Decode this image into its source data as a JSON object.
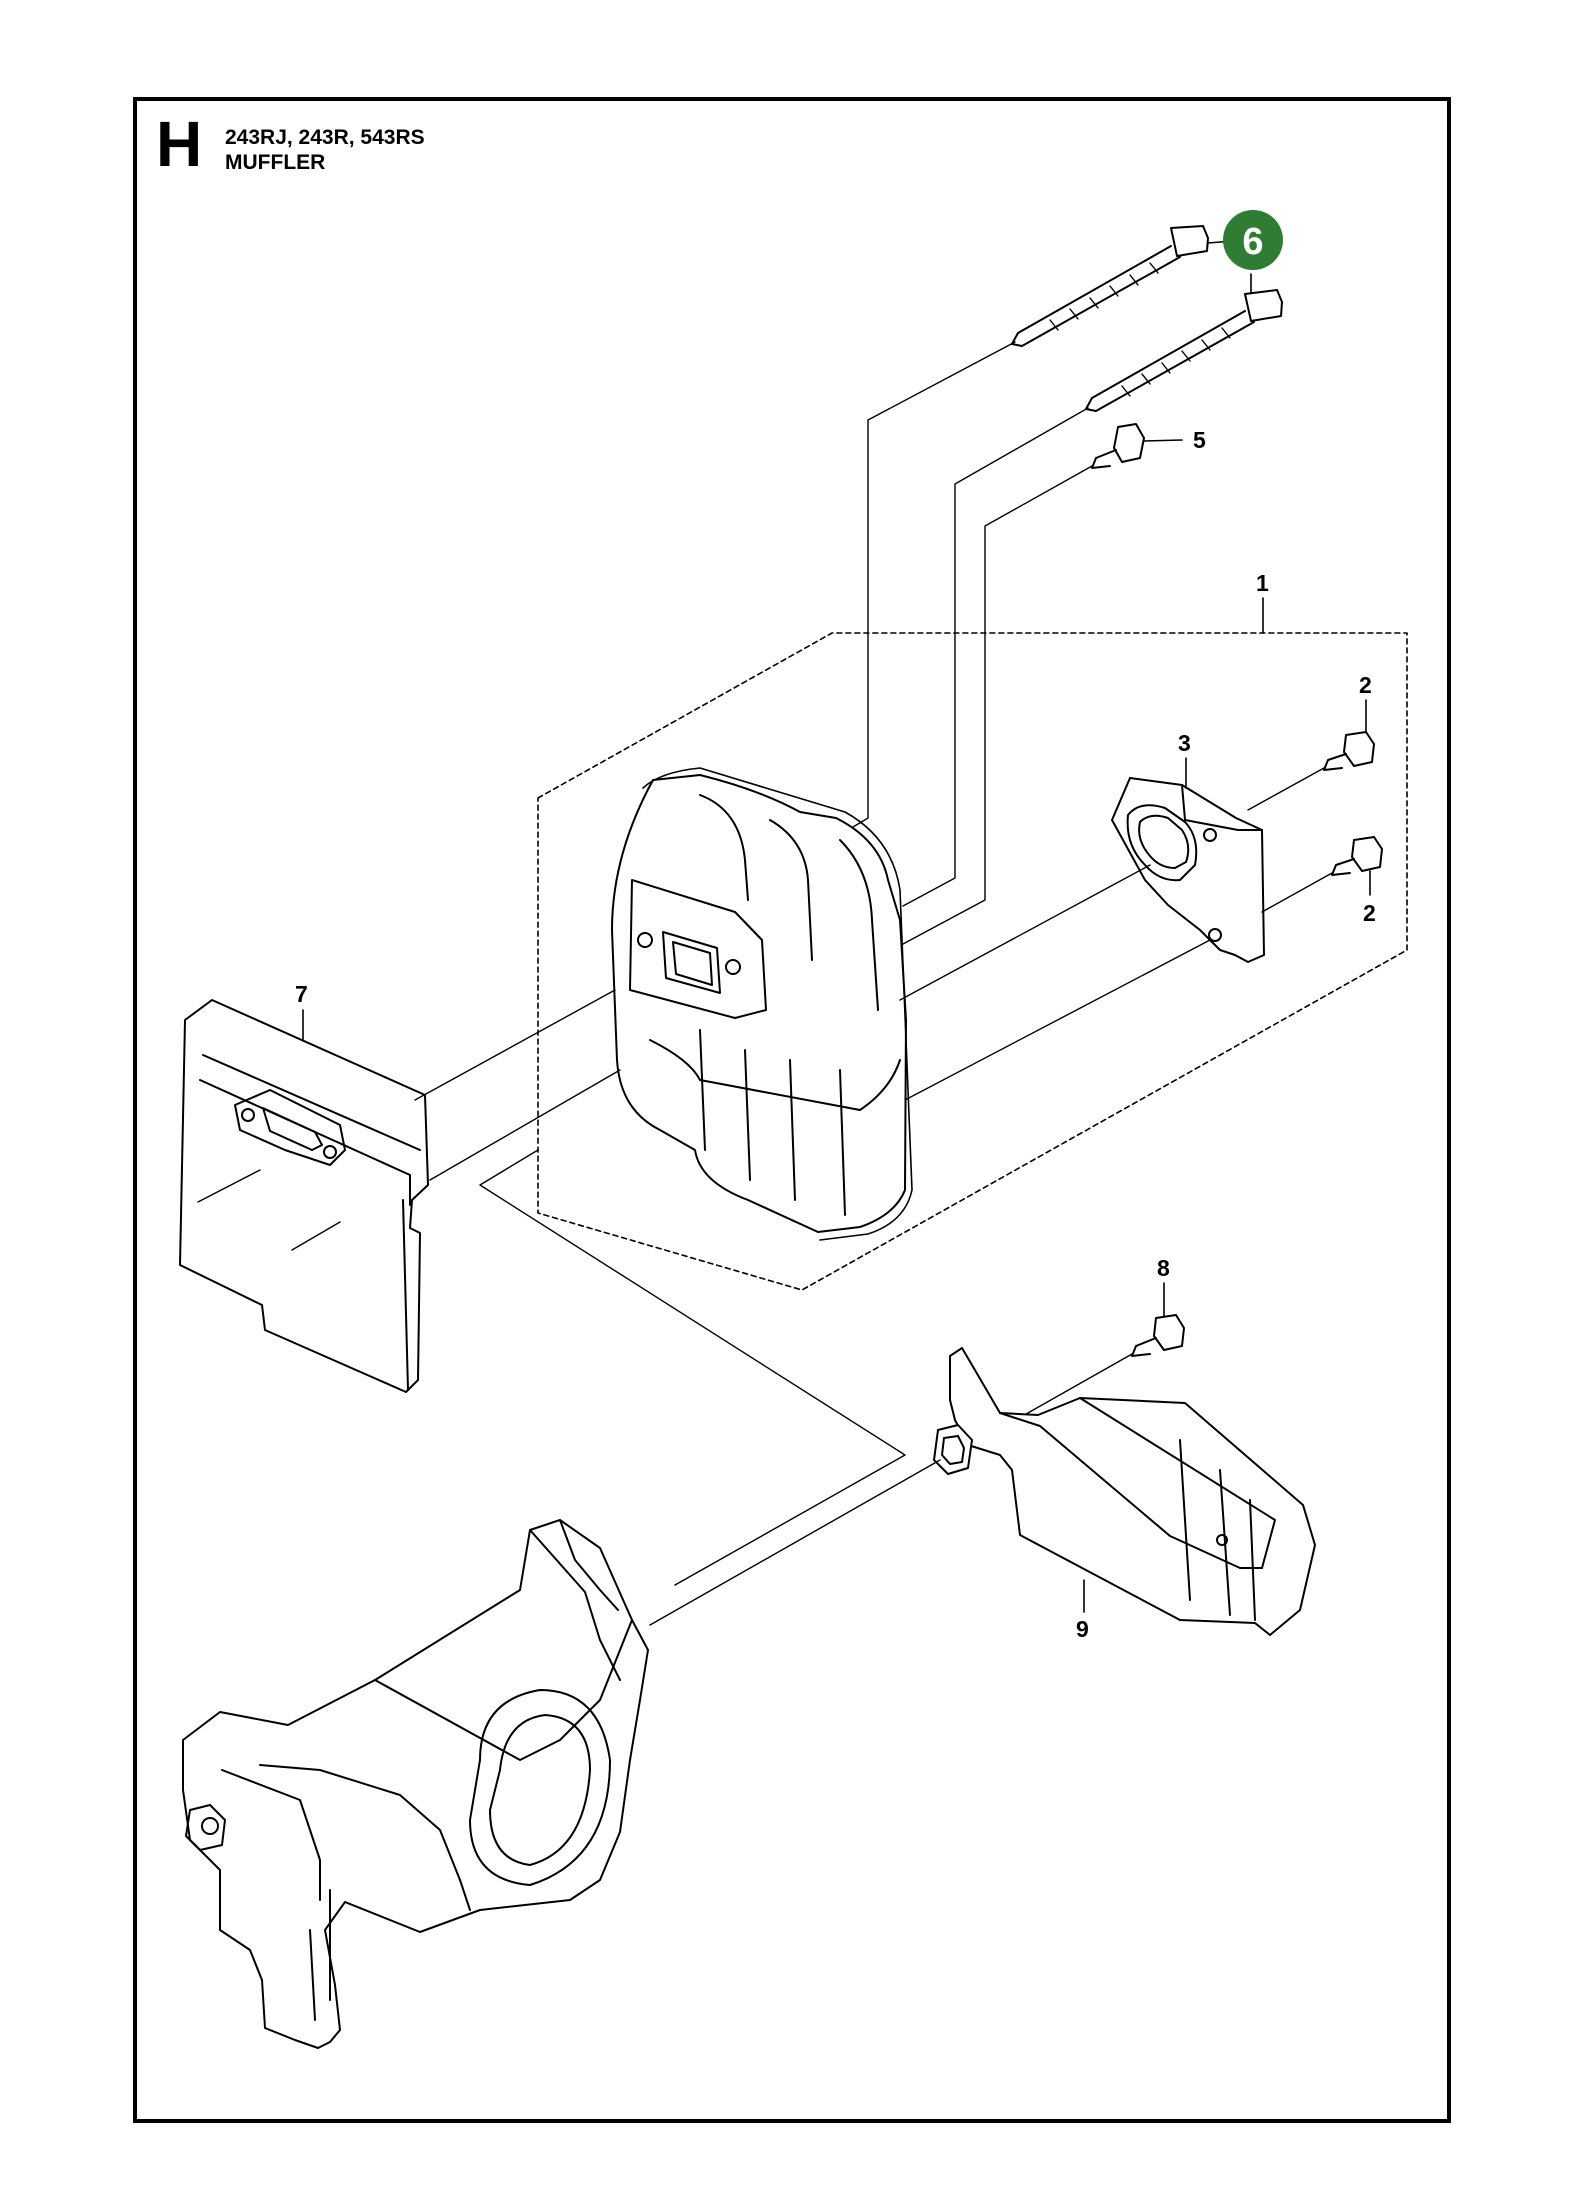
{
  "header": {
    "section_letter": "H",
    "models": "243RJ, 243R, 543RS",
    "part_group": "MUFFLER"
  },
  "callouts": {
    "c1": "1",
    "c2a": "2",
    "c2b": "2",
    "c3": "3",
    "c5": "5",
    "c6": "6",
    "c7": "7",
    "c8": "8",
    "c9": "9"
  },
  "colors": {
    "highlight": "#2e7d32",
    "line": "#000000"
  }
}
